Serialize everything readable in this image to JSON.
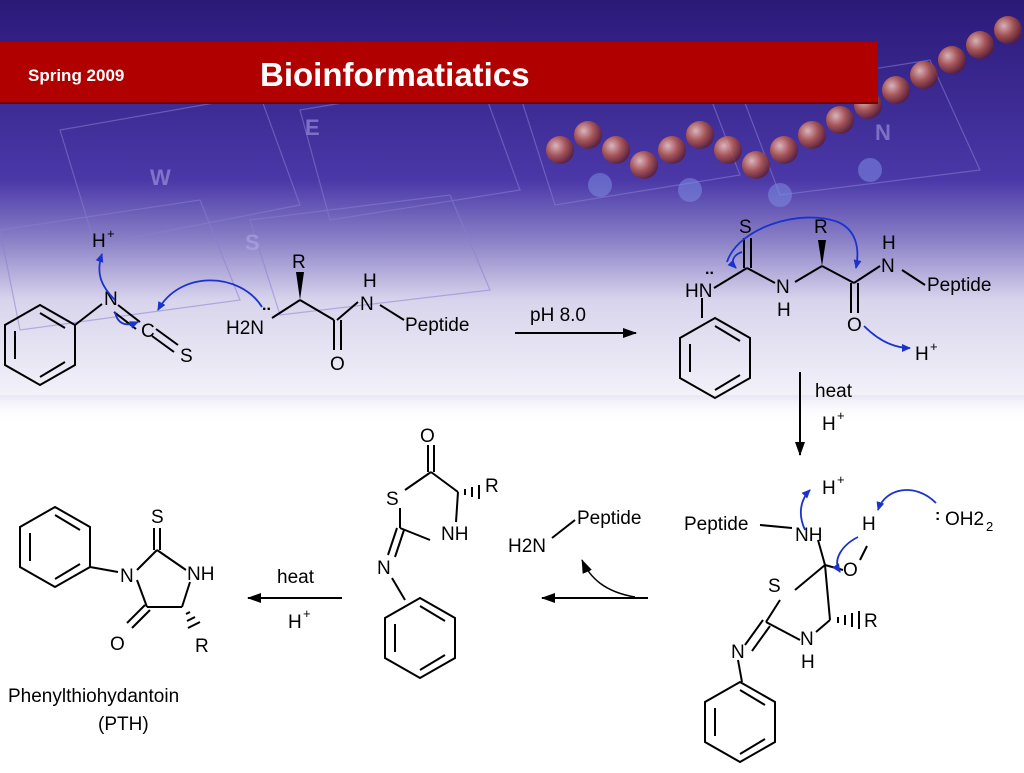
{
  "header": {
    "semester": "Spring 2009",
    "title": "Bioinformatiatics"
  },
  "colors": {
    "header_bar": "#b00000",
    "arrow_blue": "#1a33cc",
    "background_purple": "#3a2a8c"
  },
  "reaction": {
    "step1_condition": "pH 8.0",
    "step2_condition": [
      "heat",
      "H+"
    ],
    "step4_condition": [
      "heat",
      "H+"
    ],
    "final_product_name": "Phenylthiohydantoin",
    "final_product_abbrev": "(PTH)"
  },
  "labels": {
    "proton": "H",
    "proton_charge": "+",
    "nitrogen": "N",
    "carbon": "C",
    "sulfur": "S",
    "oxygen": "O",
    "amine": "H2N",
    "peptide": "Peptide",
    "r_group": "R",
    "nh": "NH",
    "hn": "HN",
    "water": "OH2"
  }
}
